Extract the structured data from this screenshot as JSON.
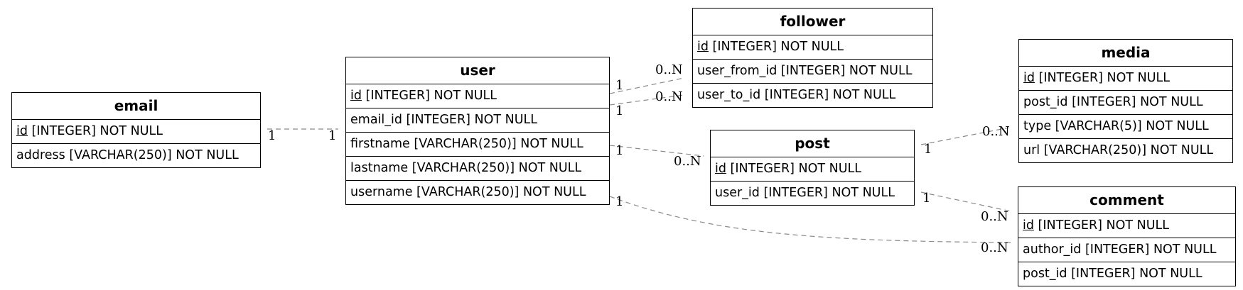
{
  "tables": {
    "email": {
      "name": "email",
      "rows": [
        {
          "pk": "id",
          "rest": " [INTEGER] NOT NULL"
        },
        {
          "pk": "",
          "rest": "address [VARCHAR(250)] NOT NULL"
        }
      ]
    },
    "user": {
      "name": "user",
      "rows": [
        {
          "pk": "id",
          "rest": " [INTEGER] NOT NULL"
        },
        {
          "pk": "",
          "rest": "email_id [INTEGER] NOT NULL"
        },
        {
          "pk": "",
          "rest": "firstname [VARCHAR(250)] NOT NULL"
        },
        {
          "pk": "",
          "rest": "lastname [VARCHAR(250)] NOT NULL"
        },
        {
          "pk": "",
          "rest": "username [VARCHAR(250)] NOT NULL"
        }
      ]
    },
    "follower": {
      "name": "follower",
      "rows": [
        {
          "pk": "id",
          "rest": " [INTEGER] NOT NULL"
        },
        {
          "pk": "",
          "rest": "user_from_id [INTEGER] NOT NULL"
        },
        {
          "pk": "",
          "rest": "user_to_id [INTEGER] NOT NULL"
        }
      ]
    },
    "post": {
      "name": "post",
      "rows": [
        {
          "pk": "id",
          "rest": " [INTEGER] NOT NULL"
        },
        {
          "pk": "",
          "rest": "user_id [INTEGER] NOT NULL"
        }
      ]
    },
    "media": {
      "name": "media",
      "rows": [
        {
          "pk": "id",
          "rest": " [INTEGER] NOT NULL"
        },
        {
          "pk": "",
          "rest": "post_id [INTEGER] NOT NULL"
        },
        {
          "pk": "",
          "rest": "type [VARCHAR(5)] NOT NULL"
        },
        {
          "pk": "",
          "rest": "url [VARCHAR(250)] NOT NULL"
        }
      ]
    },
    "comment": {
      "name": "comment",
      "rows": [
        {
          "pk": "id",
          "rest": " [INTEGER] NOT NULL"
        },
        {
          "pk": "",
          "rest": "author_id [INTEGER] NOT NULL"
        },
        {
          "pk": "",
          "rest": "post_id [INTEGER] NOT NULL"
        }
      ]
    }
  },
  "relations": [
    {
      "from": "email",
      "to": "user",
      "from_card": "1",
      "to_card": "1"
    },
    {
      "from": "user",
      "to": "follower",
      "from_card": "1",
      "to_card": "0..N"
    },
    {
      "from": "user",
      "to": "follower",
      "from_card": "1",
      "to_card": "0..N"
    },
    {
      "from": "user",
      "to": "post",
      "from_card": "1",
      "to_card": "0..N"
    },
    {
      "from": "user",
      "to": "comment",
      "from_card": "1",
      "to_card": "0..N"
    },
    {
      "from": "post",
      "to": "media",
      "from_card": "1",
      "to_card": "0..N"
    },
    {
      "from": "post",
      "to": "comment",
      "from_card": "1",
      "to_card": "0..N"
    }
  ]
}
